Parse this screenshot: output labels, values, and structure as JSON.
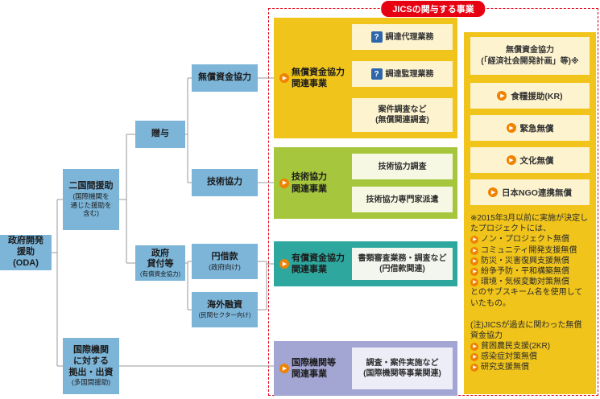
{
  "jics": {
    "title": "JICSの関与する事業"
  },
  "tree": {
    "oda": "政府開発\n援助\n(ODA)",
    "bilateral": "二国間援助",
    "bilateral_sub": "(国際機関を\n通じた援助を\n含む)",
    "multilateral": "国際機関\nに対する\n拠出・出資",
    "multilateral_sub": "(多国間援助)",
    "grant": "贈与",
    "gov_loans": "政府\n貸付等",
    "gov_loans_sub": "(有償資金協力)",
    "grant_aid": "無償資金協力",
    "tech_coop": "技術協力",
    "yen_loan": "円借款",
    "yen_loan_sub": "(政府向け)",
    "overseas_loan": "海外融資",
    "overseas_loan_sub": "(民間セクター向け)"
  },
  "sections": {
    "grant_aid_related": {
      "label": "無償資金協力\n関連事業",
      "items": [
        {
          "text": "調達代理業務",
          "help_icon": "?"
        },
        {
          "text": "調達監理業務",
          "help_icon": "?"
        },
        {
          "text": "案件調査など\n(無償関連調査)"
        }
      ]
    },
    "tech_related": {
      "label": "技術協力\n関連事業",
      "items": [
        {
          "text": "技術協力調査"
        },
        {
          "text": "技術協力専門家派遣"
        }
      ]
    },
    "loan_related": {
      "label": "有償資金協力\n関連事業",
      "item": "書類審査業務・調査など\n(円借款関連)"
    },
    "intl_related": {
      "label": "国際機関等\n関連事業",
      "item": "調査・案件実施など\n(国際機関等事業関連)"
    }
  },
  "grant_schemes": {
    "header": "無償資金協力\n(「経済社会開発計画」等)※",
    "items": [
      "食糧援助(KR)",
      "緊急無償",
      "文化無償",
      "日本NGO連携無償"
    ],
    "note_past_schemes": {
      "intro": "※2015年3月以前に実施が決定したプロジェクトには、",
      "items": [
        "ノン・プロジェクト無償",
        "コミュニティ開発支援無償",
        "防災・災害復興支援無償",
        "紛争予防・平和構築無償",
        "環境・気候変動対策無償"
      ],
      "outro": "とのサブスキーム名を使用していたもの。"
    },
    "note_past_projects": {
      "intro": "(注)JICSが過去に関わった無償資金協力",
      "items": [
        "貧困農民支援(2KR)",
        "感染症対策無償",
        "研究支援無償"
      ]
    }
  },
  "colors": {
    "band_yellow": "#F0C41B",
    "band_green": "#A6C63D",
    "band_teal": "#2EA79E",
    "band_lavender": "#A3A5D3",
    "node_blue": "#7CB5D8",
    "accent_red": "#E60012",
    "bullet_orange": "#EF8200",
    "help_blue": "#2E66AC",
    "item_cream": "#FDF3CF"
  }
}
